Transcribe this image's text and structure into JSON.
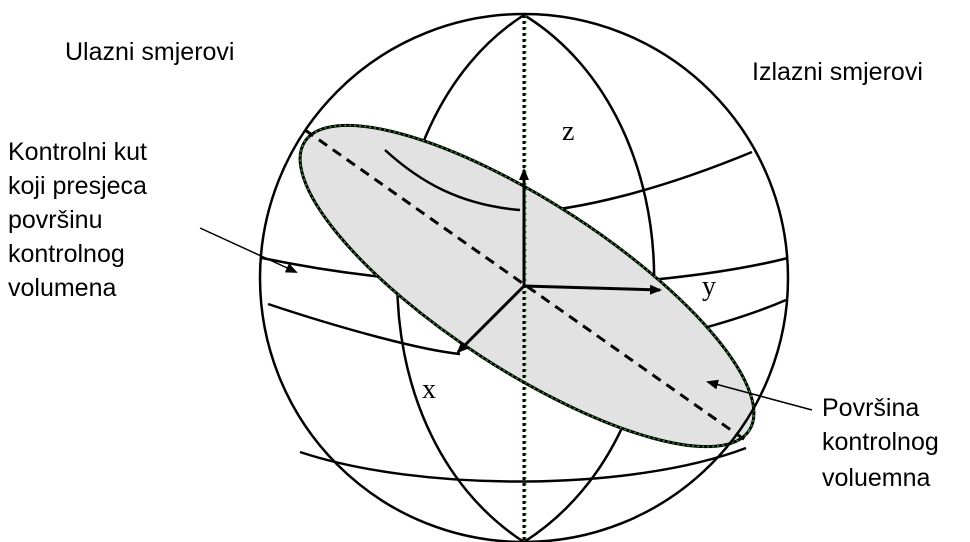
{
  "labels": {
    "incoming": "Ulazni smjerovi",
    "outgoing": "Izlazni smjerovi",
    "control_angle": [
      "Kontrolni kut",
      "koji presjeca",
      "površinu",
      "kontrolnog",
      "volumena"
    ],
    "surface": [
      "Površina",
      "kontrolnog",
      "voluemna"
    ]
  },
  "axes": {
    "x": "x",
    "y": "y",
    "z": "z"
  },
  "colors": {
    "line": "#000000",
    "disk_fill": "#e2e2e2",
    "disk_outline": "#2e9e2e"
  }
}
